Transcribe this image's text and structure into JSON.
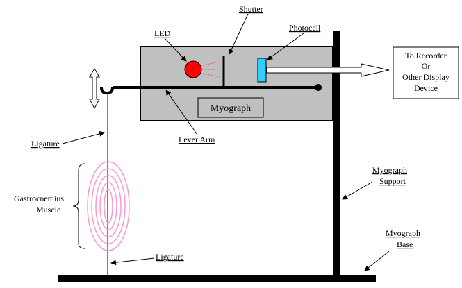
{
  "labels": {
    "shutter": "Shutter",
    "led": "LED",
    "photocell": "Photocell",
    "myograph": "Myograph",
    "lever_arm": "Lever Arm",
    "ligature_top": "Ligature",
    "ligature_bottom": "Ligature",
    "muscle_line1": "Gastrocnemius",
    "muscle_line2": "Muscle",
    "support_line1": "Myograph",
    "support_line2": "Support",
    "base_line1": "Myograph",
    "base_line2": "Base",
    "recorder_line1": "To  Recorder",
    "recorder_line2": "Or",
    "recorder_line3": "Other Display",
    "recorder_line4": "Device"
  },
  "colors": {
    "housing_fill": "#c0c0c0",
    "led": "#ff0000",
    "led_rays": "#ff4d4d",
    "photocell": "#33ccff",
    "muscle": "#ff99cc",
    "structure": "#000000"
  }
}
